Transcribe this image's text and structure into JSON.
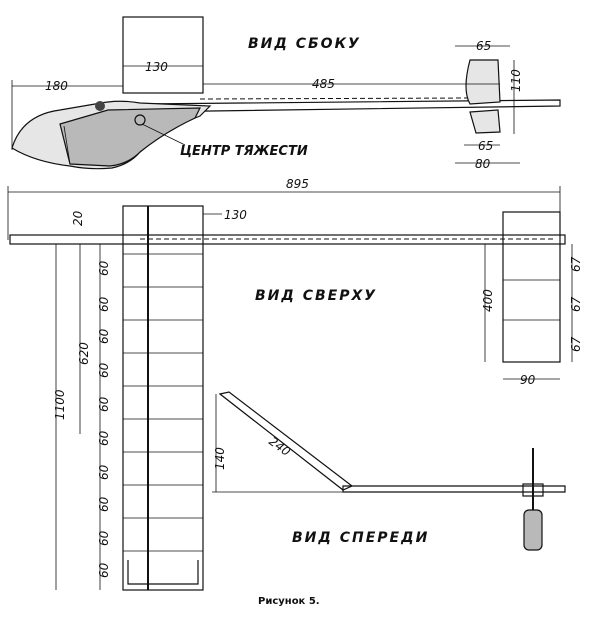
{
  "views": {
    "side": "ВИД СБОКУ",
    "top": "ВИД СВЕРХУ",
    "front": "ВИД СПЕРЕДИ"
  },
  "center_of_gravity": "ЦЕНТР ТЯЖЕСТИ",
  "caption": "Рисунок 5.",
  "dims": {
    "side_fin_top": "65",
    "side_130": "130",
    "side_180": "180",
    "side_485": "485",
    "side_110": "110",
    "side_65_bottom": "65",
    "side_80": "80",
    "length_895": "895",
    "top_20": "20",
    "top_130": "130",
    "span_1100": "1100",
    "half_620": "620",
    "rib_spacing": "60",
    "stab_400": "400",
    "stab_67": "67",
    "stab_90": "90",
    "front_240": "240",
    "front_140": "140"
  }
}
